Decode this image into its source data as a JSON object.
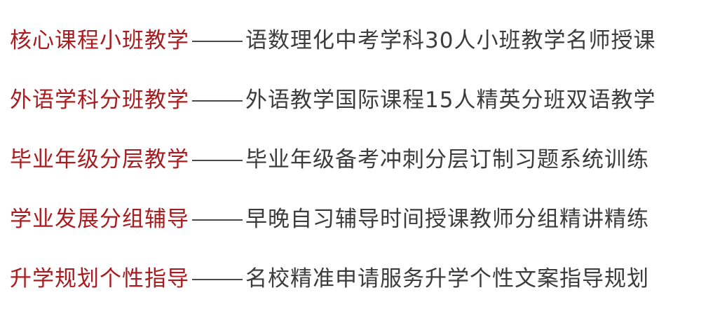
{
  "items": [
    {
      "title": "核心课程小班教学",
      "separator": "——",
      "description": "语数理化中考学科30人小班教学名师授课"
    },
    {
      "title": "外语学科分班教学",
      "separator": "——",
      "description": "外语教学国际课程15人精英分班双语教学"
    },
    {
      "title": "毕业年级分层教学",
      "separator": "——",
      "description": "毕业年级备考冲刺分层订制习题系统训练"
    },
    {
      "title": "学业发展分组辅导",
      "separator": "——",
      "description": "早晚自习辅导时间授课教师分组精讲精练"
    },
    {
      "title": "升学规划个性指导",
      "separator": "——",
      "description": "名校精准申请服务升学个性文案指导规划"
    }
  ],
  "colors": {
    "title": "#a81c1f",
    "description": "#3c3c3c",
    "separator": "#4a4a4a",
    "background": "#ffffff"
  }
}
